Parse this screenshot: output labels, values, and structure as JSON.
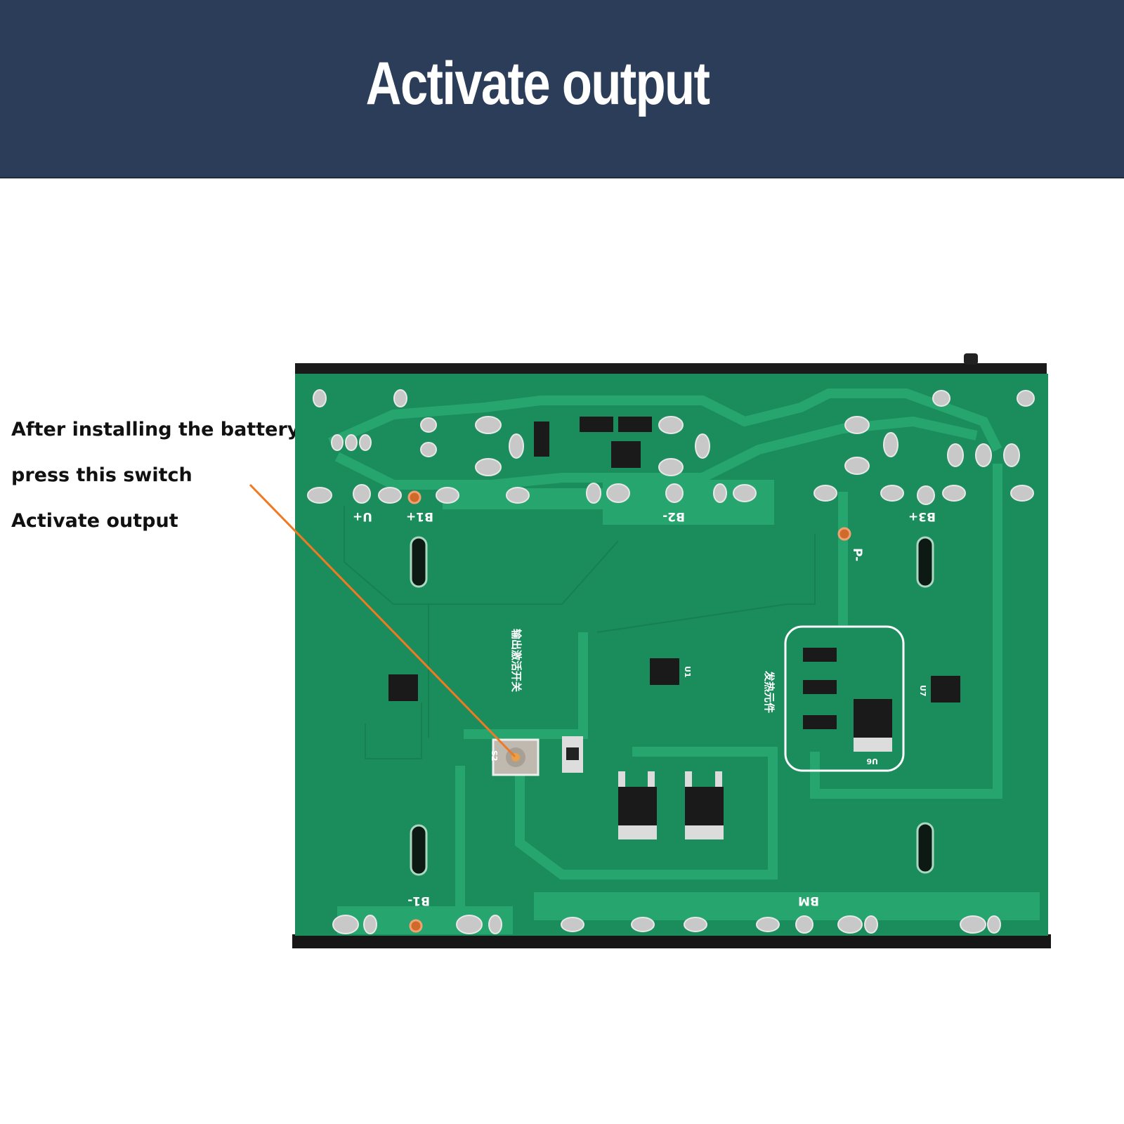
{
  "header": {
    "title": "Activate output"
  },
  "instructions": [
    "After installing the battery",
    "press this switch",
    "Activate output"
  ],
  "pcb": {
    "labels": {
      "u_plus": "U+",
      "b1_plus": "B1+",
      "b2_minus": "B2-",
      "b3_plus": "B3+",
      "p_minus": "P-",
      "b1_minus": "B1-",
      "bm": "BM",
      "switch_cn": "输出激活开关",
      "heat_cn": "发热元件",
      "s2": "S2",
      "u1": "U1",
      "u6": "U6",
      "u7": "U7"
    }
  },
  "colors": {
    "header_bg": "#2b3d58",
    "board": "#1b8c5c",
    "trace": "#23a06a",
    "pointer": "#f07a22"
  }
}
